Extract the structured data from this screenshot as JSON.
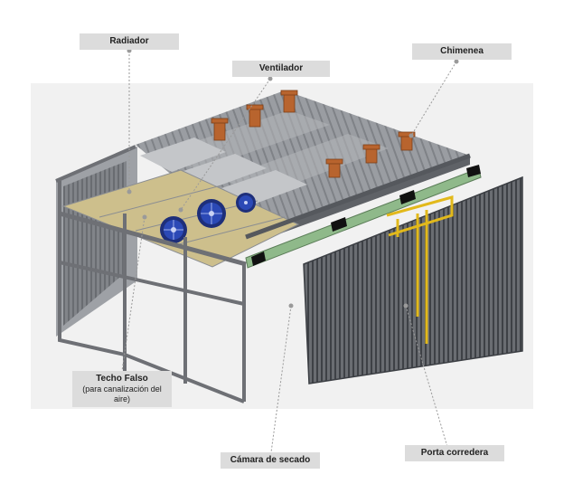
{
  "labels": {
    "radiador": "Radiador",
    "ventilador": "Ventilador",
    "chimenea": "Chimenea",
    "techo_falso_title": "Techo Falso",
    "techo_falso_sub": "(para canalización del aire)",
    "camara": "Cámara de secado",
    "porta": "Porta corredera"
  },
  "colors": {
    "leader": "#9a9a9a",
    "label_bg": "#dcdcdc",
    "frame": "#6e7075",
    "roof": "#8d9096",
    "roof_light": "#b7b9bd",
    "door": "#55585d",
    "false_ceiling": "#cdbf8c",
    "fan_blue": "#2b49b6",
    "chimney": "#b8642e",
    "rail_green": "#8fb98a",
    "pipe_yellow": "#e2b91b"
  },
  "icons": [
    "fan-icon",
    "chimney-icon"
  ]
}
